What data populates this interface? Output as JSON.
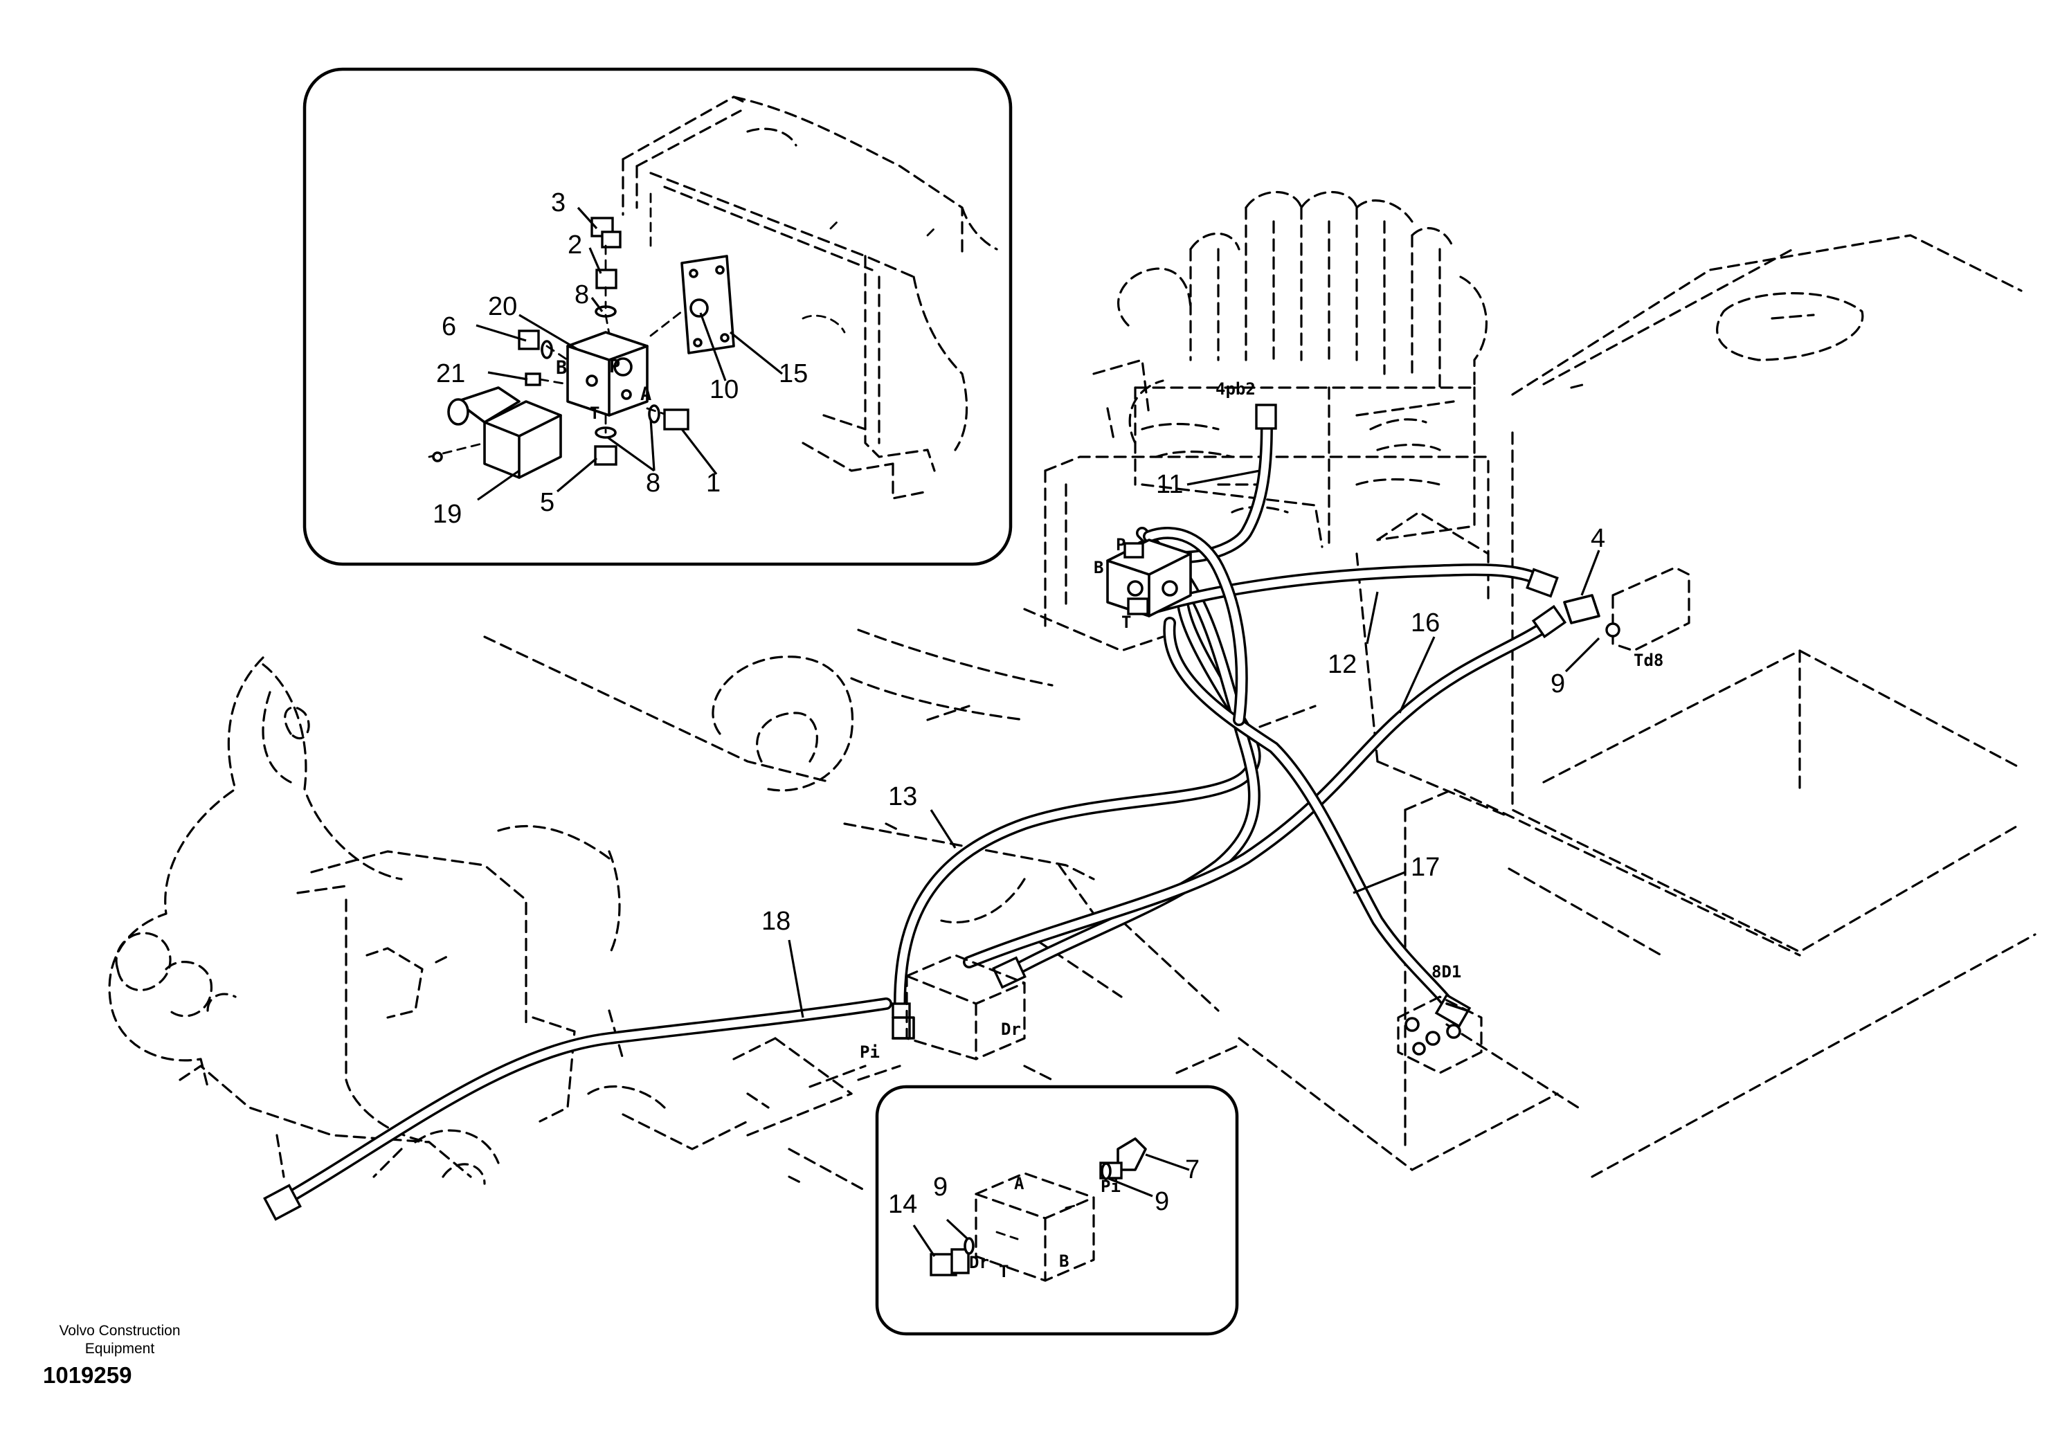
{
  "callouts": {
    "c1": "1",
    "c2": "2",
    "c3": "3",
    "c4": "4",
    "c5": "5",
    "c6": "6",
    "c7": "7",
    "c8a": "8",
    "c8b": "8",
    "c9a": "9",
    "c9b": "9",
    "c9c": "9",
    "c10": "10",
    "c11": "11",
    "c12": "12",
    "c13": "13",
    "c14": "14",
    "c15": "15",
    "c16": "16",
    "c17": "17",
    "c18": "18",
    "c19": "19",
    "c20": "20",
    "c21": "21"
  },
  "ports": {
    "inset_p": "P",
    "inset_b": "B",
    "inset_a": "A",
    "inset_t": "T",
    "main_4pb2": "4pb2",
    "main_p": "P",
    "main_b": "B",
    "main_t": "T",
    "main_td8": "Td8",
    "main_pi": "Pi",
    "main_dr": "Dr",
    "main_8d1": "8D1",
    "lower_a": "A",
    "lower_pi": "Pi",
    "lower_dr": "Dr",
    "lower_t": "T",
    "lower_b": "B"
  },
  "footer": {
    "manufacturer_line1": "Volvo Construction",
    "manufacturer_line2": "Equipment",
    "document_number": "1019259"
  }
}
